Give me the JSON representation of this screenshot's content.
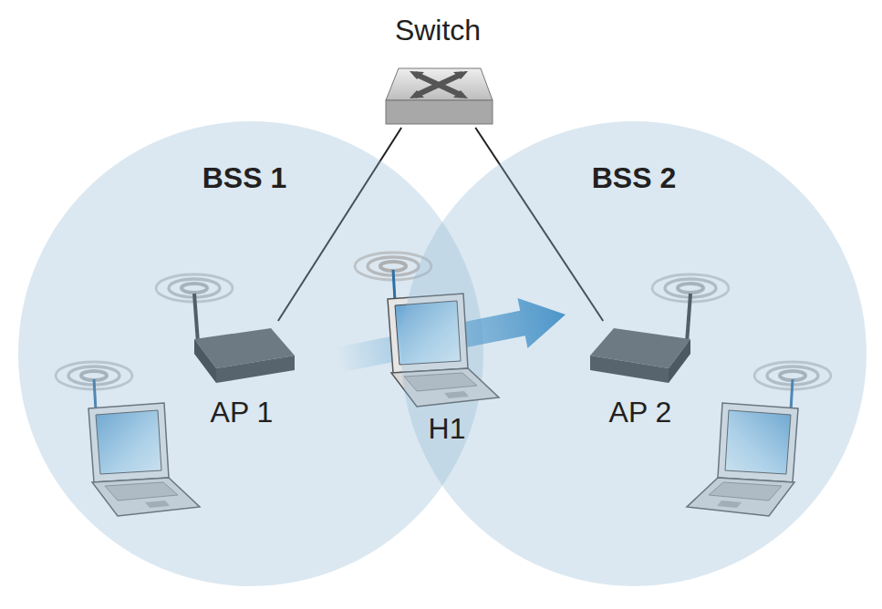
{
  "diagram": {
    "nodes": [
      {
        "text": [
          "Switch"
        ]
      },
      {
        "text": [
          "BSS 1"
        ]
      },
      {
        "text": [
          "AP 1"
        ],
        "in": 1
      },
      {
        "text": [
          "H1"
        ]
      },
      {
        "text": [
          "BSS 2"
        ]
      },
      {
        "text": [
          "AP 2"
        ],
        "in": 4
      }
    ],
    "edges": [
      {
        "from": 0,
        "to": 2,
        "arrow": "none"
      },
      {
        "from": 0,
        "to": 5,
        "arrow": "none"
      }
    ]
  }
}
